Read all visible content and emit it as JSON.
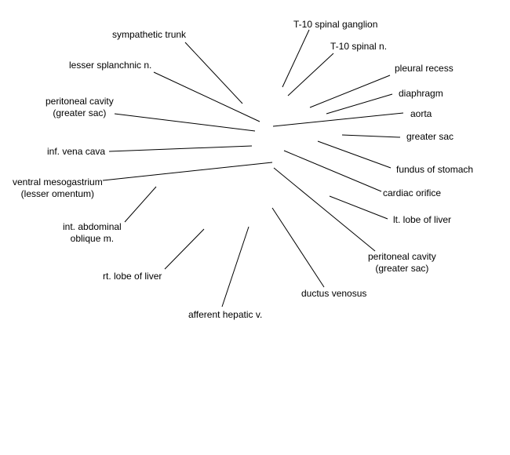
{
  "labels": {
    "sympathetic_trunk": "sympathetic trunk",
    "lesser_splanchnic_n": "lesser splanchnic n.",
    "peritoneal_cavity_left": [
      "peritoneal cavity",
      "(greater sac)"
    ],
    "inf_vena_cava": "inf. vena cava",
    "ventral_mesogastrium": [
      "ventral mesogastrium",
      "(lesser omentum)"
    ],
    "int_abdominal_oblique_m": [
      "int. abdominal",
      "oblique m."
    ],
    "rt_lobe_of_liver": "rt. lobe of liver",
    "afferent_hepatic_v": "afferent hepatic v.",
    "ductus_venosus": "ductus venosus",
    "peritoneal_cavity_right": [
      "peritoneal cavity",
      "(greater sac)"
    ],
    "lt_lobe_of_liver": "lt. lobe of liver",
    "cardiac_orifice": "cardiac orifice",
    "fundus_of_stomach": "fundus of stomach",
    "greater_sac": "greater sac",
    "aorta": "aorta",
    "diaphragm": "diaphragm",
    "pleural_recess": "pleural recess",
    "t10_spinal_n": "T-10 spinal n.",
    "t10_spinal_ganglion": "T-10 spinal ganglion"
  }
}
